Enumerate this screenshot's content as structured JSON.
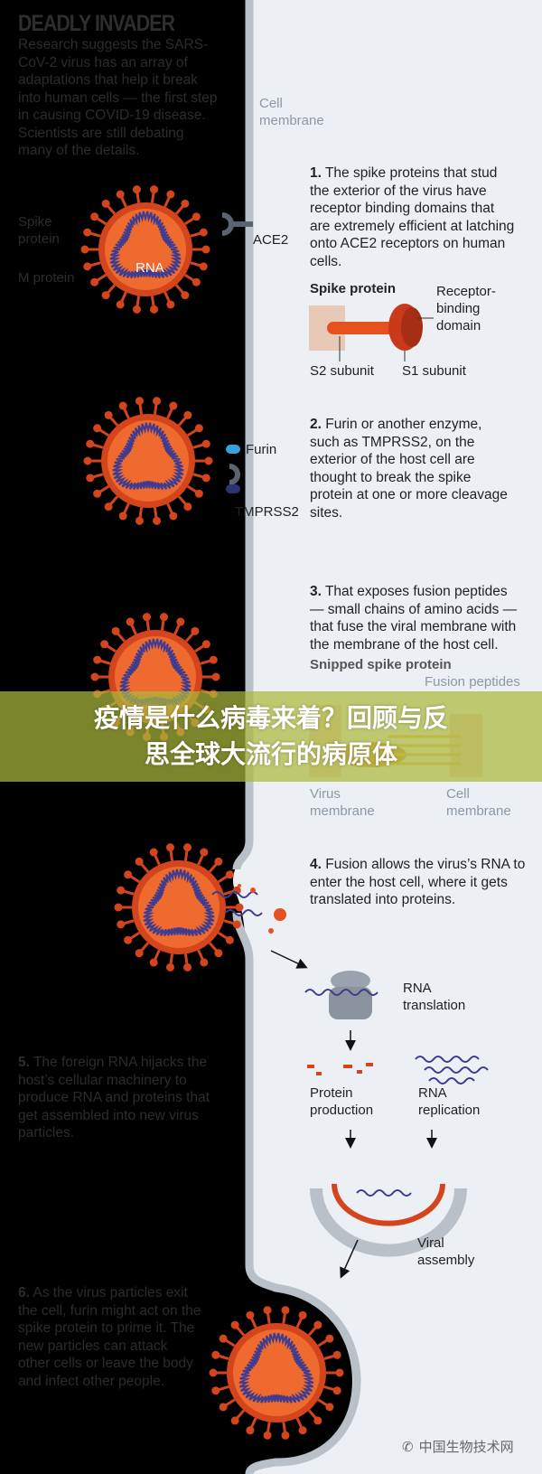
{
  "header": {
    "title": "DEADLY INVADER",
    "intro": "Research suggests the SARS-CoV-2 virus has an array of adaptations that help it break into human cells — the first step in causing COVID-19 disease. Scientists are still debating many of the details."
  },
  "labels": {
    "cell_membrane": "Cell membrane",
    "spike_protein": "Spike protein",
    "m_protein": "M protein",
    "rna": "RNA",
    "ace2": "ACE2",
    "furin": "Furin",
    "tmprss2": "TMPRSS2",
    "spike_diagram_title": "Spike protein",
    "receptor_binding_domain": "Receptor-binding domain",
    "s2_subunit": "S2 subunit",
    "s1_subunit": "S1 subunit",
    "snipped_spike_protein": "Snipped spike protein",
    "fusion_peptides": "Fusion peptides",
    "virus_membrane": "Virus membrane",
    "cell_membrane_2": "Cell membrane",
    "rna_translation": "RNA translation",
    "protein_production": "Protein production",
    "rna_replication": "RNA replication",
    "viral_assembly": "Viral assembly"
  },
  "steps": [
    {
      "num": "1.",
      "text": "The spike proteins that stud the exterior of the virus have receptor binding domains that are extremely efficient at latching onto ACE2 receptors on human cells."
    },
    {
      "num": "2.",
      "text": "Furin or another enzyme, such as TMPRSS2, on the exterior of the host cell are thought to break the spike protein at one or more cleavage sites."
    },
    {
      "num": "3.",
      "text": "That exposes fusion peptides — small chains of amino acids — that fuse the viral membrane with the membrane of the host cell."
    },
    {
      "num": "4.",
      "text": "Fusion allows the virus’s RNA to enter the host cell, where it gets translated into proteins."
    },
    {
      "num": "5.",
      "text": "The foreign RNA hijacks the host’s cellular machinery to produce RNA and proteins that get assembled into new virus particles."
    },
    {
      "num": "6.",
      "text": "As the virus particles exit the cell, furin might act on the spike protein to prime it. The new particles can attack other cells or leave the body and infect other people."
    }
  ],
  "banner": {
    "line1": "疫情是什么病毒来着？回顾与反",
    "line2": "思全球大流行的病原体"
  },
  "watermark": "中国生物技术网",
  "colors": {
    "virus_outer": "#d4451d",
    "virus_inner": "#ee6a2f",
    "rna": "#3f3c8f",
    "membrane": "#b9c0c8",
    "cell_bg": "#eceff3",
    "furin": "#3aa0dc",
    "tmprss2": "#2c3572",
    "banner": "#aab93c"
  }
}
